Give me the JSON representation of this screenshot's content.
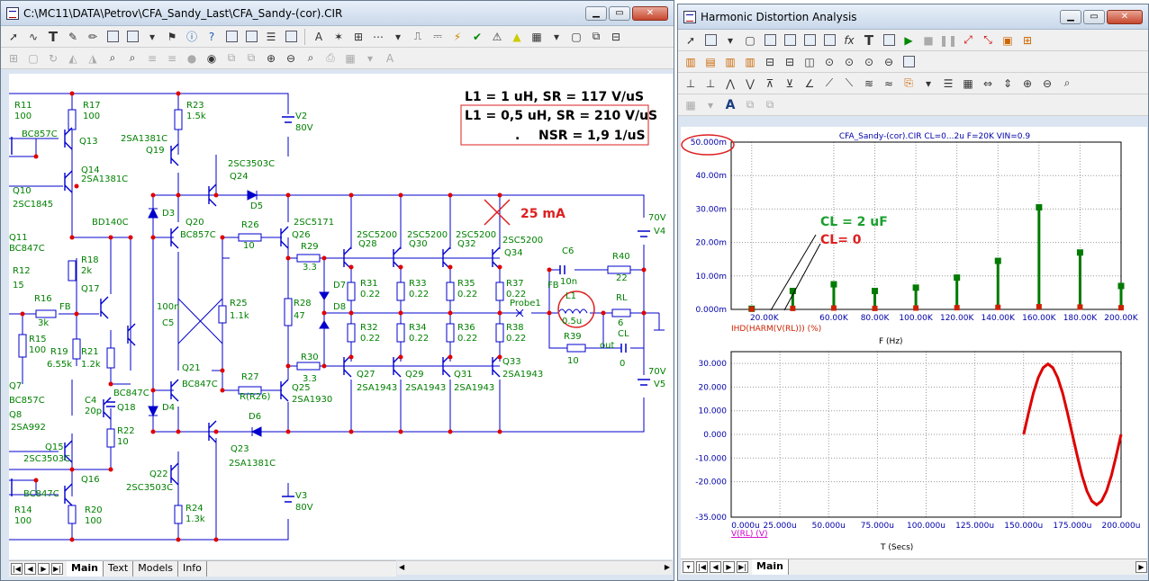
{
  "left_window": {
    "title": "C:\\MC11\\DATA\\Petrov\\CFA_Sandy_Last\\CFA_Sandy-(cor).CIR",
    "tabs": [
      "Main",
      "Text",
      "Models",
      "Info"
    ],
    "active_tab": "Main"
  },
  "right_window": {
    "title": "Harmonic Distortion Analysis",
    "tabs": [
      "Main"
    ],
    "active_tab": "Main"
  },
  "schematic": {
    "notes": {
      "line1": "L1 = 1 uH, SR = 117 V/uS",
      "line2": "L1 = 0,5 uH, SR = 210 V/uS",
      "line3_dot": ".",
      "line3": "NSR = 1,9  1/uS",
      "current": "25 mA"
    },
    "labels": {
      "R11": "R11",
      "R11v": "100",
      "R17": "R17",
      "R17v": "100",
      "R23": "R23",
      "R23v": "1.5k",
      "V2": "V2",
      "V2v": "80V",
      "BC857C_top": "BC857C",
      "Q13": "Q13",
      "SA1381_top": "2SA1381C",
      "Q19": "Q19",
      "Q14": "Q14",
      "SA1381_q14": "2SA1381C",
      "SC3503_top": "2SC3503C",
      "Q24": "Q24",
      "Q10": "Q10",
      "SC1845": "2SC1845",
      "D5": "D5",
      "D3": "D3",
      "BD140C": "BD140C",
      "Q20": "Q20",
      "BC857C_q20": "BC857C",
      "R26": "R26",
      "R26v": "10",
      "SC5171": "2SC5171",
      "Q26": "Q26",
      "SC5200a": "2SC5200",
      "Q28": "Q28",
      "SC5200b": "2SC5200",
      "Q30": "Q30",
      "SC5200c": "2SC5200",
      "Q32": "Q32",
      "SC5200d": "2SC5200",
      "Q34": "Q34",
      "V70a": "70V",
      "V4": "V4",
      "Q11": "Q11",
      "BC847C_q11": "BC847C",
      "R18": "R18",
      "R18v": "2k",
      "R29": "R29",
      "R29v": "3.3",
      "C6": "C6",
      "C6v": "10n",
      "R40": "R40",
      "R40v": "22",
      "R12": "R12",
      "R12v": "15",
      "Q17": "Q17",
      "R31": "R31",
      "R31v": "0.22",
      "R33": "R33",
      "R33v": "0.22",
      "R35": "R35",
      "R35v": "0.22",
      "R37": "R37",
      "R37v": "0.22",
      "FB1": "FB",
      "FB2": "FB",
      "L1": "L1",
      "L1v": "0.5u",
      "RL": "RL",
      "RLv": "6",
      "R16": "R16",
      "R16v": "3k",
      "C100n": "100n",
      "C5": "C5",
      "R25": "R25",
      "R25v": "1.1k",
      "D7": "D7",
      "D8": "D8",
      "R28": "R28",
      "R28v": "47",
      "Probe1": "Probe1",
      "R15": "R15",
      "R15v": "100",
      "R32": "R32",
      "R32v": "0.22",
      "R34": "R34",
      "R34v": "0.22",
      "R36": "R36",
      "R36v": "0.22",
      "R38": "R38",
      "R38v": "0.22",
      "R39": "R39",
      "R39v": "10",
      "CL": "CL",
      "CLv": "0",
      "out": "out",
      "R19": "R19",
      "R19v": "6.55k",
      "R21": "R21",
      "R21v": "1.2k",
      "R30": "R30",
      "R30v": "3.3",
      "Q21": "Q21",
      "BC847C_q21": "BC847C",
      "R27": "R27",
      "R27v": "R(R26)",
      "Q25": "Q25",
      "SA1930": "2SA1930",
      "Q27": "Q27",
      "Q29": "Q29",
      "Q31": "Q31",
      "Q33": "Q33",
      "SA1943a": "2SA1943",
      "SA1943b": "2SA1943",
      "SA1943c": "2SA1943",
      "SA1943d": "2SA1943",
      "V70b": "70V",
      "V5": "V5",
      "Q7": "Q7",
      "BC857C_q7": "BC857C",
      "C4": "C4",
      "C4v": "20p",
      "BC847C_q18": "BC847C",
      "Q18": "Q18",
      "D4": "D4",
      "D6": "D6",
      "Q8": "Q8",
      "SA992": "2SA992",
      "R22": "R22",
      "R22v": "10",
      "Q23": "Q23",
      "SA1381_q23": "2SA1381C",
      "Q15": "Q15",
      "SC3503_q15": "2SC3503C",
      "Q22": "Q22",
      "SC3503_q22": "2SC3503C",
      "Q16": "Q16",
      "BC847C_q16": "BC847C",
      "R24": "R24",
      "R24v": "1.3k",
      "V3": "V3",
      "V3v": "80V",
      "R14": "R14",
      "R14v": "100",
      "R20": "R20",
      "R20v": "100"
    }
  },
  "colors": {
    "wire": "#0000cc",
    "component": "#009c3b",
    "label": "#008000",
    "junction": "#e00000",
    "annotation_red": "#dd1f1f",
    "annotation_green": "#1aa02f",
    "harmonic_green": "#007a00",
    "sine_red": "#dd0000"
  },
  "chart_data": [
    {
      "type": "bar",
      "title": "CFA_Sandy-(cor).CIR CL=0...2u F=20K VIN=0.9",
      "xlabel": "F (Hz)",
      "ylabel": "IHD(HARM(V(RL))) (%)",
      "x_ticks": [
        "20.00K",
        "60.00K",
        "80.00K",
        "100.00K",
        "120.00K",
        "140.00K",
        "160.00K",
        "180.00K",
        "200.00K"
      ],
      "y_ticks": [
        "0.000m",
        "10.00m",
        "20.00m",
        "30.00m",
        "40.00m",
        "50.000m"
      ],
      "xlim": [
        10000,
        200000
      ],
      "ylim": [
        0,
        50
      ],
      "y_unit": "m",
      "grid": true,
      "series": [
        {
          "name": "CL = 2 uF",
          "color": "#007a00",
          "x": [
            20000,
            40000,
            60000,
            80000,
            100000,
            120000,
            140000,
            160000,
            180000,
            200000
          ],
          "values": [
            0.2,
            5.5,
            7.5,
            5.5,
            6.5,
            9.5,
            14.5,
            30.5,
            17,
            7
          ]
        },
        {
          "name": "CL= 0",
          "color": "#cc2200",
          "x": [
            20000,
            40000,
            60000,
            80000,
            100000,
            120000,
            140000,
            160000,
            180000,
            200000
          ],
          "values": [
            0.1,
            0.3,
            0.4,
            0.3,
            0.4,
            0.5,
            0.6,
            0.8,
            0.7,
            0.5
          ]
        }
      ],
      "annotations": [
        "CL = 2 uF",
        "CL= 0"
      ],
      "highlighted_label": "50.000m"
    },
    {
      "type": "line",
      "xlabel": "T (Secs)",
      "ylabel": "V(RL) (V)",
      "x_ticks": [
        "0.000u",
        "25.000u",
        "50.000u",
        "75.000u",
        "100.000u",
        "125.000u",
        "150.000u",
        "175.000u",
        "200.000u"
      ],
      "y_ticks": [
        "-35.000",
        "-20.000",
        "-10.000",
        "0.000",
        "10.000",
        "20.000",
        "30.000"
      ],
      "xlim": [
        0,
        200
      ],
      "ylim": [
        -35,
        35
      ],
      "grid": true,
      "series": [
        {
          "name": "V(RL) (V)",
          "color": "#dd0000",
          "x": [
            150,
            152.5,
            155,
            157.5,
            160,
            162.5,
            165,
            167.5,
            170,
            172.5,
            175,
            177.5,
            180,
            182.5,
            185,
            187.5,
            190,
            192.5,
            195,
            197.5,
            200
          ],
          "values": [
            0,
            9,
            17.5,
            24,
            28.2,
            29.8,
            28.2,
            24,
            17.5,
            9,
            0,
            -9,
            -17.5,
            -24,
            -28.2,
            -29.8,
            -28.2,
            -24,
            -17.5,
            -9,
            0
          ]
        }
      ]
    }
  ]
}
